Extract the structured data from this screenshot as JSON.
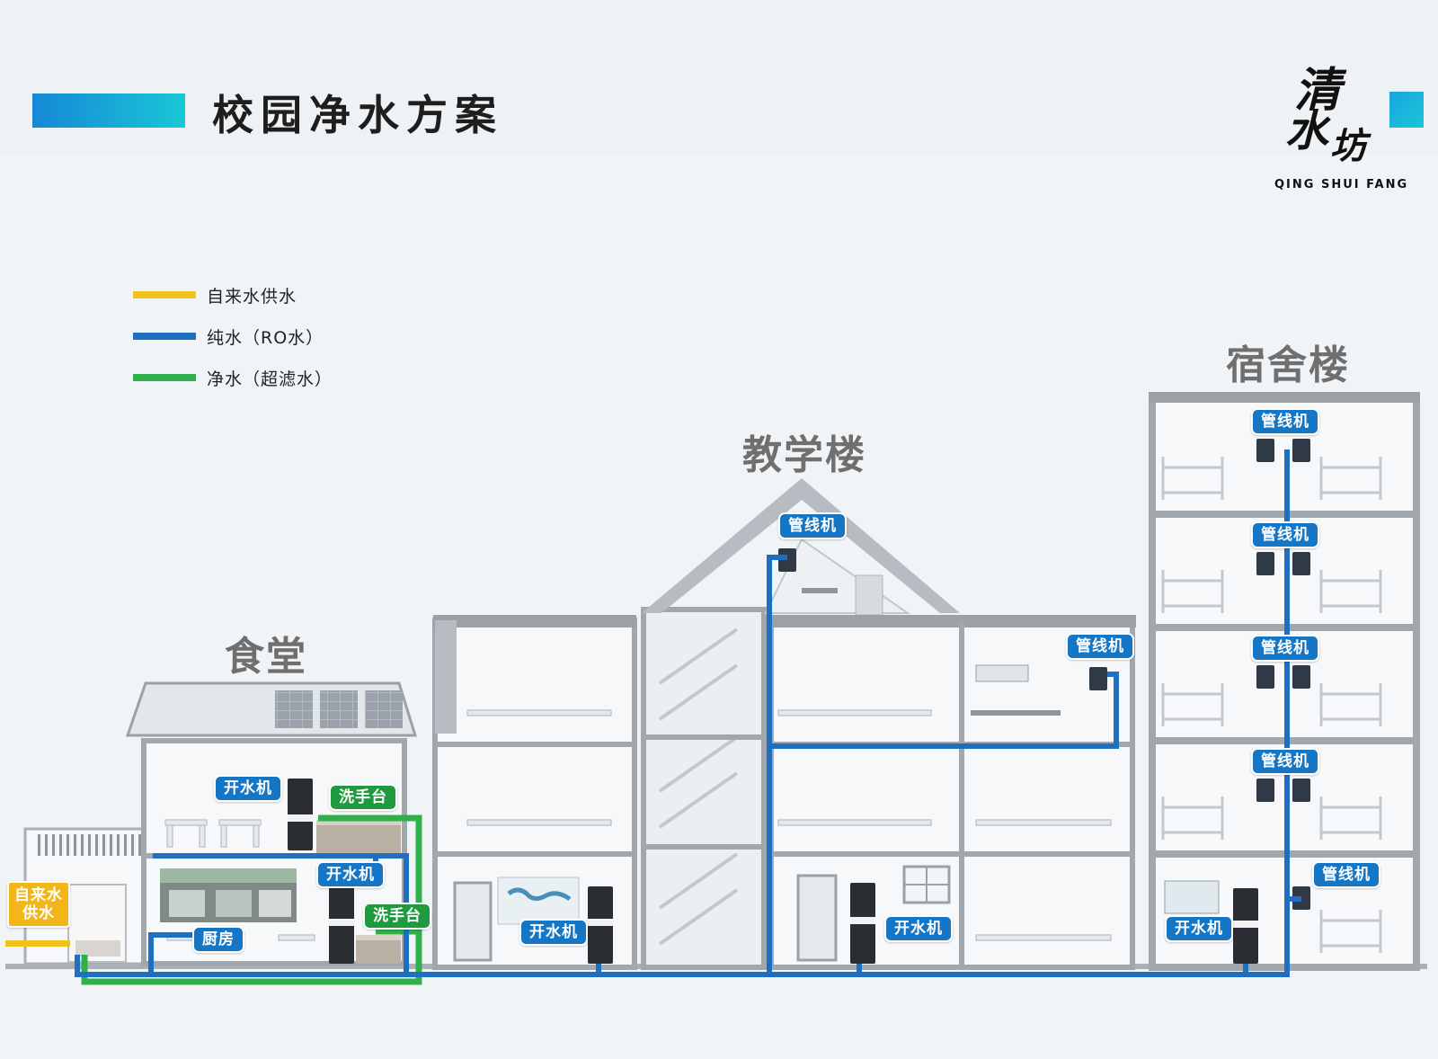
{
  "header": {
    "title": "校园净水方案"
  },
  "logo": {
    "chars": [
      "清",
      "水",
      "坊"
    ],
    "en": "QING SHUI FANG"
  },
  "legend": [
    {
      "label": "自来水供水",
      "color": "#f2c21b"
    },
    {
      "label": "纯水（RO水）",
      "color": "#1f6fc0"
    },
    {
      "label": "净水（超滤水）",
      "color": "#2fb04a"
    }
  ],
  "buildings": {
    "canteen": "食堂",
    "teaching": "教学楼",
    "dorm": "宿舍楼"
  },
  "tags": {
    "tap_supply": "自来水供水",
    "kitchen": "厨房",
    "washbasin": "洗手台",
    "boiler": "开水机",
    "pipeline": "管线机"
  },
  "colors": {
    "tap": "#f2c21b",
    "pure": "#1f6fc0",
    "clean": "#2fb04a",
    "accent": "#1aa3e0"
  }
}
